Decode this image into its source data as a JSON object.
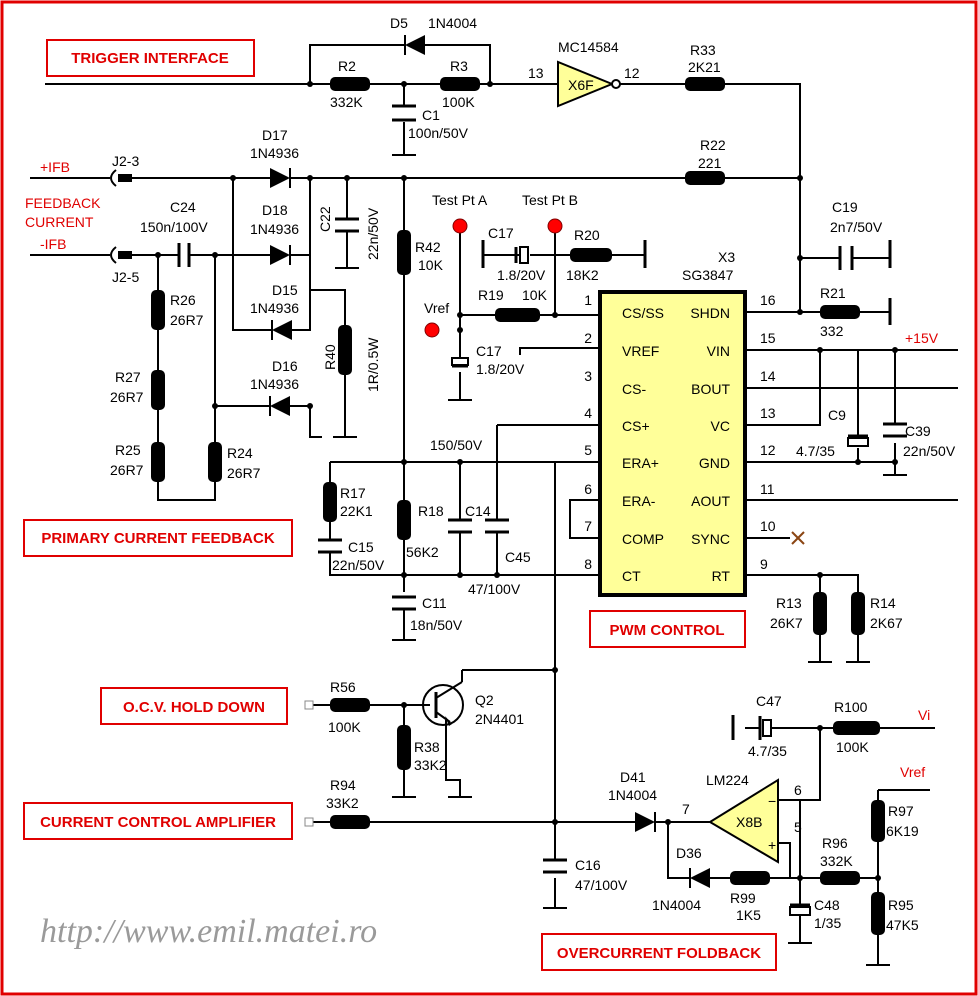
{
  "blocks": {
    "trigger_interface": "TRIGGER INTERFACE",
    "primary_current_feedback": "PRIMARY CURRENT FEEDBACK",
    "pwm_control": "PWM CONTROL",
    "ocv_hold_down": "O.C.V. HOLD DOWN",
    "current_control_amplifier": "CURRENT CONTROL AMPLIFIER",
    "overcurrent_foldback": "OVERCURRENT FOLDBACK"
  },
  "nets": {
    "plus_ifb": "+IFB",
    "feedback": "FEEDBACK",
    "current": "CURRENT",
    "minus_ifb": "-IFB",
    "plus_15v": "+15V",
    "vi": "Vi",
    "vref_bottom": "Vref"
  },
  "labels": {
    "d5": "D5",
    "d5_val": "1N4004",
    "mc14584": "MC14584",
    "pin13": "13",
    "pin12": "12",
    "x6f": "X6F",
    "r33": "R33",
    "r33_val": "2K21",
    "r2": "R2",
    "r2_val": "332K",
    "r3": "R3",
    "r3_val": "100K",
    "c1": "C1",
    "c1_val": "100n/50V",
    "r22": "R22",
    "r22_val": "221",
    "d17": "D17",
    "d17_val": "1N4936",
    "d18": "D18",
    "d18_val": "1N4936",
    "j2_3": "J2-3",
    "j2_5": "J2-5",
    "c24": "C24",
    "c24_val": "150n/100V",
    "c22": "C22",
    "c22_val": "22n/50V",
    "r42": "R42",
    "r42_val": "10K",
    "test_pt_a": "Test Pt A",
    "test_pt_b": "Test Pt B",
    "c17_top": "C17",
    "c17_top_val": "1.8/20V",
    "r20": "R20",
    "r20_val": "18K2",
    "vref": "Vref",
    "r19": "R19",
    "r19_val": "10K",
    "c17_bot": "C17",
    "c17_bot_val": "1.8/20V",
    "x3": "X3",
    "sg3847": "SG3847",
    "c19": "C19",
    "c19_val": "2n7/50V",
    "r21": "R21",
    "r21_val": "332",
    "d15": "D15",
    "d15_val": "1N4936",
    "d16": "D16",
    "d16_val": "1N4936",
    "r40": "R40",
    "r40_val": "1R/0.5W",
    "r26": "R26",
    "r26_val": "26R7",
    "r27": "R27",
    "r27_val": "26R7",
    "r25": "R25",
    "r25_val": "26R7",
    "r24": "R24",
    "r24_val": "26R7",
    "r17": "R17",
    "r17_val": "22K1",
    "c15": "C15",
    "c15_val": "22n/50V",
    "c14_val": "150/50V",
    "r18": "R18",
    "r18_val": "56K2",
    "c14": "C14",
    "c45": "C45",
    "c45_val": "47/100V",
    "c11": "C11",
    "c11_val": "18n/50V",
    "c9": "C9",
    "c9_val": "4.7/35",
    "c39": "C39",
    "c39_val": "22n/50V",
    "r13": "R13",
    "r13_val": "26K7",
    "r14": "R14",
    "r14_val": "2K67",
    "r56": "R56",
    "r56_val": "100K",
    "q2": "Q2",
    "q2_val": "2N4401",
    "r38": "R38",
    "r38_val": "33K2",
    "r94": "R94",
    "r94_val": "33K2",
    "d41": "D41",
    "d41_val": "1N4004",
    "lm224": "LM224",
    "x8b": "X8B",
    "minus": "−",
    "plus": "+",
    "pin7": "7",
    "pin6": "6",
    "pin5": "5",
    "c47": "C47",
    "c47_val": "4.7/35",
    "r100": "R100",
    "r100_val": "100K",
    "c16": "C16",
    "c16_val": "47/100V",
    "d36": "D36",
    "d36_val": "1N4004",
    "r99": "R99",
    "r99_val": "1K5",
    "r96": "R96",
    "r96_val": "332K",
    "c48": "C48",
    "c48_val": "1/35",
    "r97": "R97",
    "r97_val": "6K19",
    "r95": "R95",
    "r95_val": "47K5"
  },
  "ic": {
    "pins": {
      "p1": "1",
      "p2": "2",
      "p3": "3",
      "p4": "4",
      "p5": "5",
      "p6": "6",
      "p7": "7",
      "p8": "8",
      "p16": "16",
      "p15": "15",
      "p14": "14",
      "p13": "13",
      "p12": "12",
      "p11": "11",
      "p10": "10",
      "p9": "9"
    },
    "left": {
      "l1": "CS/SS",
      "l2": "VREF",
      "l3": "CS-",
      "l4": "CS+",
      "l5": "ERA+",
      "l6": "ERA-",
      "l7": "COMP",
      "l8": "CT"
    },
    "right": {
      "r16": "SHDN",
      "r15": "VIN",
      "r14": "BOUT",
      "r13": "VC",
      "r12": "GND",
      "r11": "AOUT",
      "r10": "SYNC",
      "r9": "RT"
    }
  },
  "watermark": "http://www.emil.matei.ro"
}
